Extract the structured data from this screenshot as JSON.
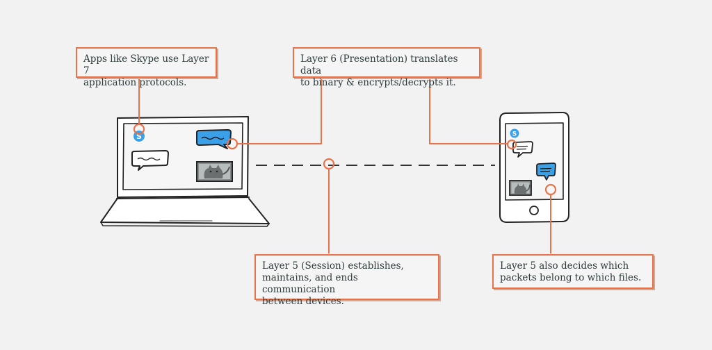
{
  "colors": {
    "background": "#f2f2f2",
    "accent": "#e8734a",
    "outline": "#222222",
    "bubble_blue": "#3aa0e8",
    "text": "#2d3a3a"
  },
  "callouts": {
    "layer7": "Apps like Skype use Layer 7\napplication protocols.",
    "layer6": "Layer 6 (Presentation) translates data\nto binary & encrypts/decrypts it.",
    "layer5_session": "Layer 5 (Session) establishes,\nmaintains, and ends communication\nbetween devices.",
    "layer5_packets": "Layer 5 also decides which\npackets belong to which files."
  },
  "icons": {
    "app_logo": "skype-icon",
    "incoming_message": "chat-bubble-icon",
    "outgoing_message": "blue-chat-bubble-icon",
    "photo": "cat-photo-icon",
    "home_button": "home-button-icon"
  },
  "skype_glyph": "S"
}
